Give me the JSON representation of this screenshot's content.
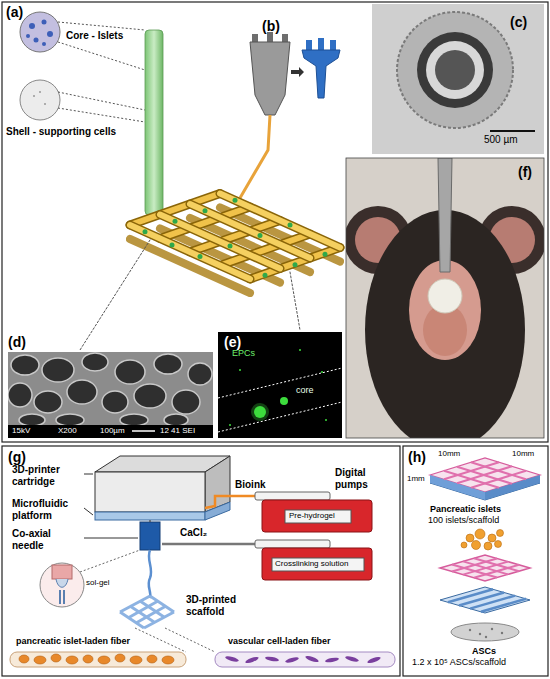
{
  "diagram": {
    "labels": [
      "(a)",
      "Core - Islets",
      "Shell - supporting cells",
      "(b)",
      "(c)",
      "500 µm",
      "(d)",
      "15kV",
      "X200",
      "100µm",
      "12 41 SEI",
      "(e)",
      "EPCs",
      "core",
      "(f)",
      "(g)",
      "3D-printer cartridge",
      "Microfluidic platform",
      "Bioink",
      "Digital pumps",
      "Co-axial needle",
      "sol-gel",
      "Pre-hydrogel",
      "Crosslinking solution",
      "CaCl₂",
      "3D-printed scaffold",
      "pancreatic islet-laden fiber",
      "vascular cell-laden fiber",
      "(h)",
      "10mm",
      "1mm",
      "10mm",
      "Pancreatic islets",
      "100 islets/scaffold",
      "ASCs",
      "1.2 x 10⁵ ASCs/scaffold"
    ]
  }
}
